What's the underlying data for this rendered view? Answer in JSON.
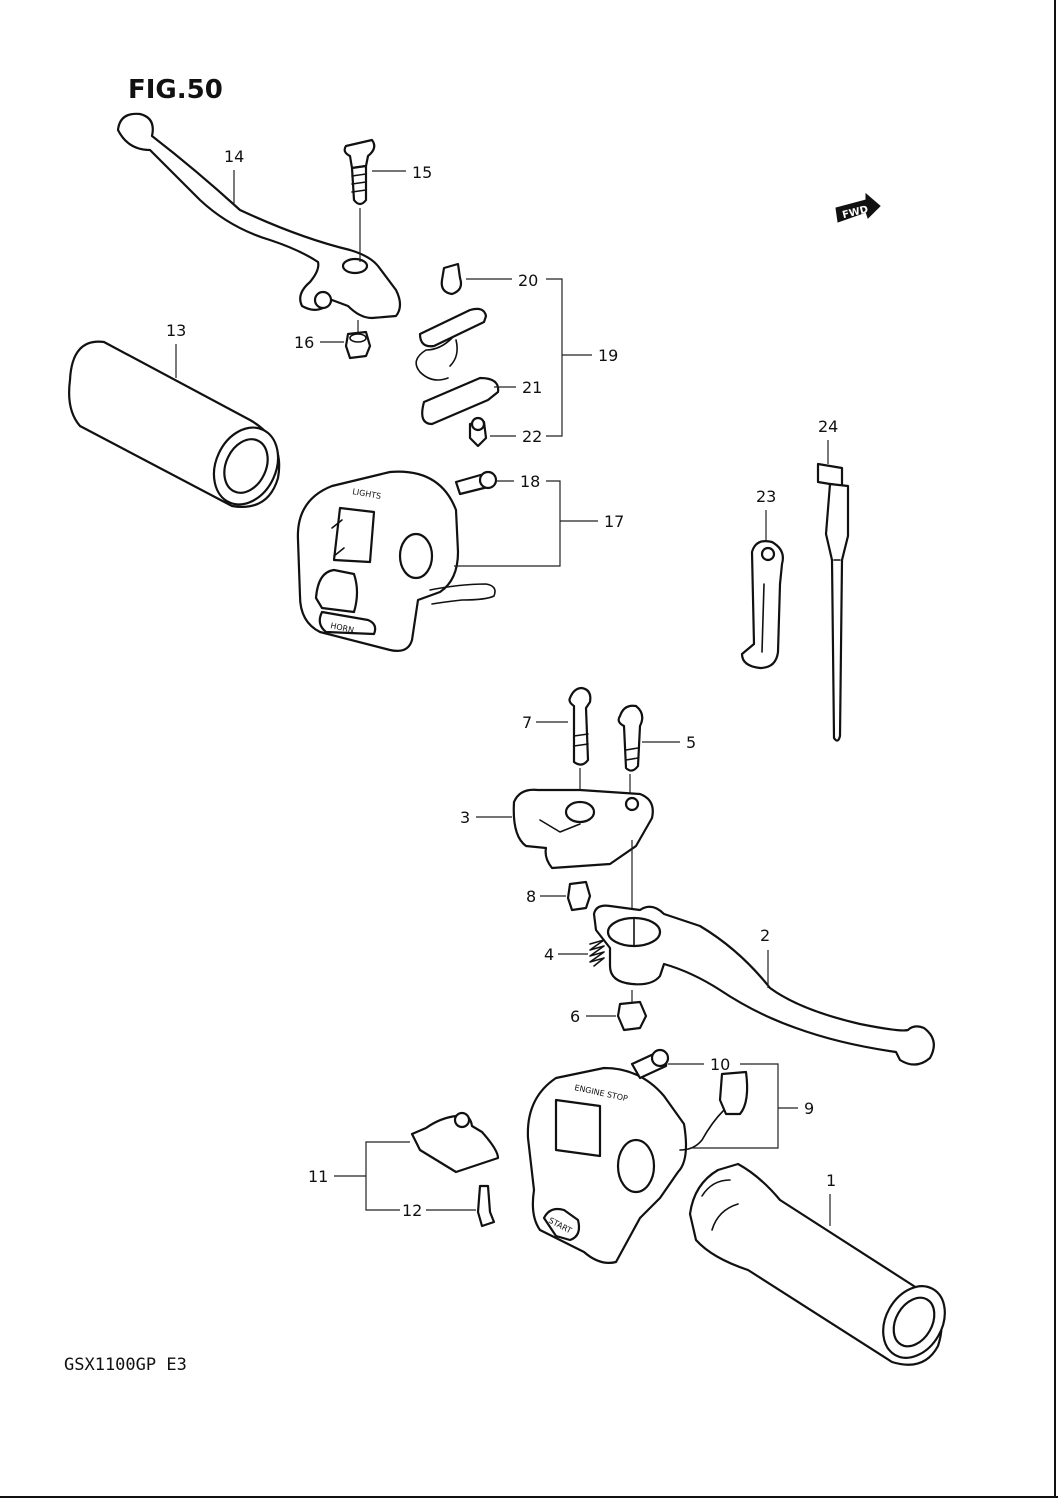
{
  "figure": {
    "title": "FIG.50",
    "model_code": "GSX1100GP  E3"
  },
  "forward_marker": {
    "text": "FWD"
  },
  "switch_labels": {
    "left_top": "LIGHTS",
    "left_horn": "HORN",
    "right_top": "ENGINE STOP",
    "right_start": "START"
  },
  "callouts": [
    "1",
    "2",
    "3",
    "4",
    "5",
    "6",
    "7",
    "8",
    "9",
    "10",
    "11",
    "12",
    "13",
    "14",
    "15",
    "16",
    "17",
    "18",
    "19",
    "20",
    "21",
    "22",
    "23",
    "24"
  ]
}
